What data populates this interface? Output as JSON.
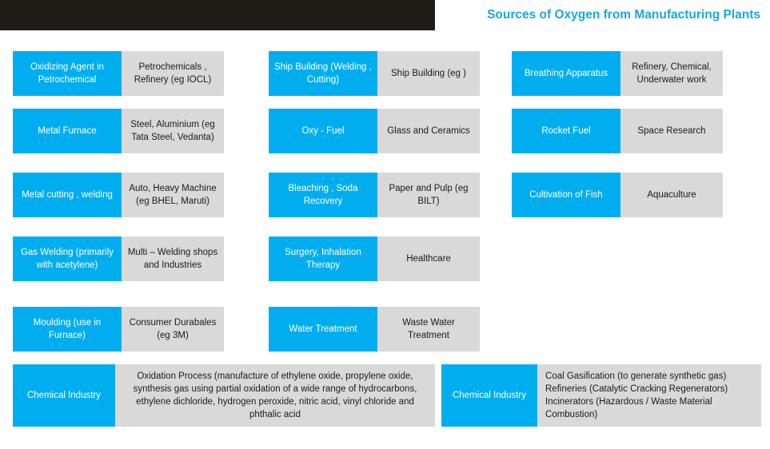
{
  "title": "Sources of Oxygen from Manufacturing Plants",
  "colors": {
    "accent": "#00aeef",
    "box": "#d9d9d9",
    "topbar": "#1f1c17",
    "title": "#1aa7df"
  },
  "cards": [
    {
      "label": "Oxidizing Agent in Petrochemical",
      "value": "Petrochemicals , Refinery (eg IOCL)"
    },
    {
      "label": "Ship Building (Welding , Cutting)",
      "value": "Ship Building (eg )"
    },
    {
      "label": "Breathing Apparatus",
      "value": "Refinery, Chemical, Underwater work"
    },
    {
      "label": "Metal Furnace",
      "value": "Steel, Aluminium (eg Tata Steel, Vedanta)"
    },
    {
      "label": "Oxy - Fuel",
      "value": "Glass and Ceramics"
    },
    {
      "label": "Rocket Fuel",
      "value": "Space Research"
    },
    {
      "label": "Metal cutting , welding",
      "value": "Auto, Heavy Machine (eg BHEL, Maruti)"
    },
    {
      "label": "Bleaching , Soda Recovery",
      "value": "Paper and Pulp (eg BILT)"
    },
    {
      "label": "Cultivation of Fish",
      "value": "Aquaculture"
    },
    {
      "label": "Gas Welding (primarily with acetylene)",
      "value": "Multi – Welding shops and Industries"
    },
    {
      "label": "Surgery, Inhalation Therapy",
      "value": "Healthcare"
    },
    {
      "label": "Moulding (use in Furnace)",
      "value": "Consumer Durabales (eg 3M)"
    },
    {
      "label": "Water Treatment",
      "value": "Waste Water Treatment"
    },
    {
      "label": "Chemical Industry",
      "value": "Oxidation Process (manufacture of ethylene oxide, propylene oxide,  synthesis gas using partial oxidation of a wide range of hydrocarbons, ethylene dichloride, hydrogen peroxide, nitric acid, vinyl chloride and phthalic acid"
    },
    {
      "label": "Chemical Industry",
      "value": "Coal Gasification (to generate synthetic gas)\nRefineries (Catalytic Cracking Regenerators)\nIncinerators (Hazardous / Waste Material Combustion)"
    }
  ]
}
